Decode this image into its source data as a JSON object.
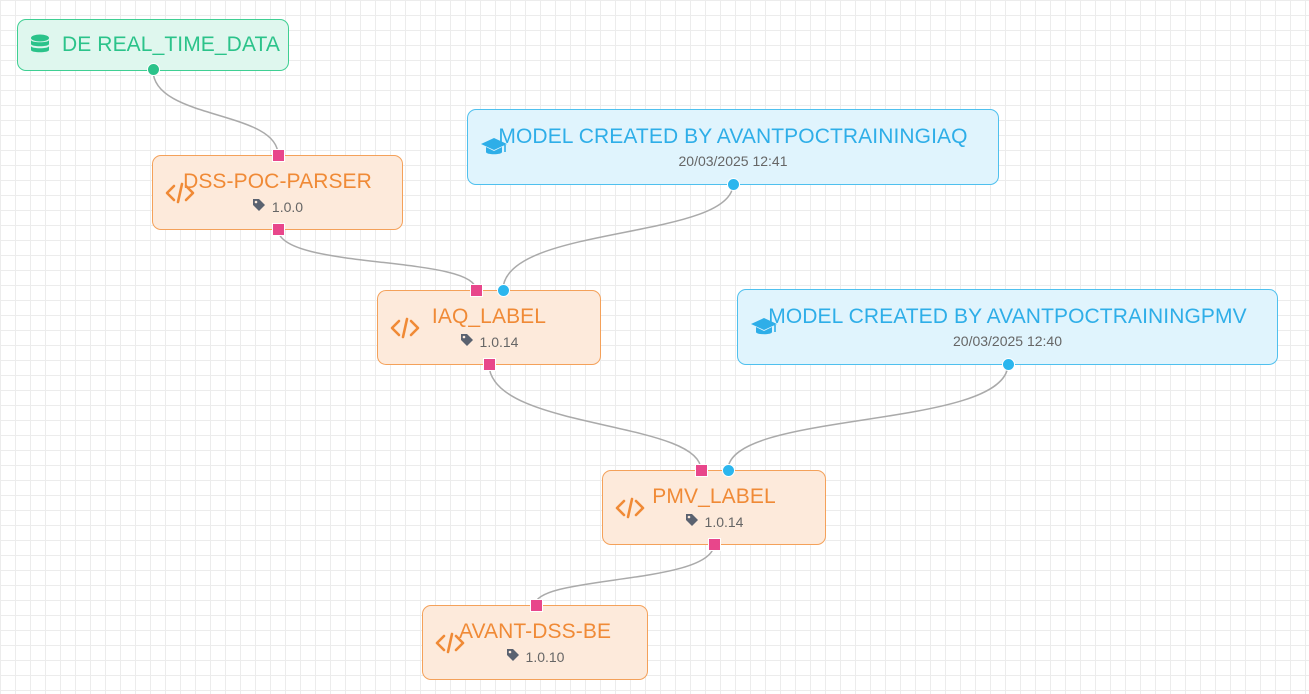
{
  "nodes": {
    "source": {
      "label": "DE REAL_TIME_DATA",
      "icon": "database-icon"
    },
    "parser": {
      "label": "DSS-POC-PARSER",
      "version": "1.0.0",
      "icon": "code-icon"
    },
    "model_iaq": {
      "label": "MODEL CREATED BY AVANTPOCTRAININGIAQ",
      "timestamp": "20/03/2025 12:41",
      "icon": "graduation-cap-icon"
    },
    "iaq_label": {
      "label": "IAQ_LABEL",
      "version": "1.0.14",
      "icon": "code-icon"
    },
    "model_pmv": {
      "label": "MODEL CREATED BY AVANTPOCTRAININGPMV",
      "timestamp": "20/03/2025 12:40",
      "icon": "graduation-cap-icon"
    },
    "pmv_label": {
      "label": "PMV_LABEL",
      "version": "1.0.14",
      "icon": "code-icon"
    },
    "avant_be": {
      "label": "AVANT-DSS-BE",
      "version": "1.0.10",
      "icon": "code-icon"
    }
  },
  "edges": [
    {
      "from": "source",
      "to": "parser"
    },
    {
      "from": "parser",
      "to": "iaq_label"
    },
    {
      "from": "model_iaq",
      "to": "iaq_label"
    },
    {
      "from": "iaq_label",
      "to": "pmv_label"
    },
    {
      "from": "model_pmv",
      "to": "pmv_label"
    },
    {
      "from": "pmv_label",
      "to": "avant_be"
    }
  ],
  "colors": {
    "source_accent": "#2bc38a",
    "model_accent": "#2eaee8",
    "code_accent": "#f08a36",
    "data_port": "#e8468b",
    "model_port": "#2bb6ee",
    "edge": "#aaaaaa"
  }
}
